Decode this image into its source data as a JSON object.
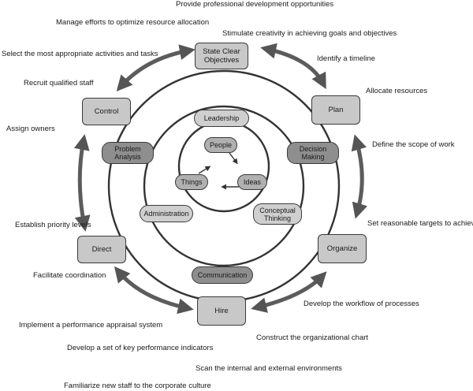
{
  "outer_cycle": {
    "state_objectives": "State Clear Objectives",
    "plan": "Plan",
    "organize": "Organize",
    "hire": "Hire",
    "direct": "Direct",
    "control": "Control"
  },
  "functions_ring": {
    "leadership": "Leadership",
    "decision_making": "Decision Making",
    "conceptual_thinking": "Conceptual Thinking",
    "communication": "Communication",
    "administration": "Administration",
    "problem_analysis": "Problem Analysis"
  },
  "core": {
    "people": "People",
    "ideas": "Ideas",
    "things": "Things"
  },
  "notes": {
    "n1": "Provide professional development opportunities",
    "n2": "Manage efforts to optimize resource allocation",
    "n3": "Stimulate creativity in achieving goals and objectives",
    "n4": "Select the most appropriate activities and tasks",
    "n5": "Identify a timeline",
    "n6": "Recruit qualified staff",
    "n7": "Allocate resources",
    "n8": "Assign owners",
    "n9": "Define the scope of work",
    "n10": "Establish priority levels",
    "n11": "Set reasonable targets to achieve",
    "n12": "Facilitate coordination",
    "n13": "Develop the workflow of processes",
    "n14": "Implement a performance appraisal system",
    "n15": "Construct the organizational chart",
    "n16": "Develop a set of key performance indicators",
    "n17": "Scan the internal and external environments",
    "n18": "Familiarize new staff to the corporate culture"
  }
}
